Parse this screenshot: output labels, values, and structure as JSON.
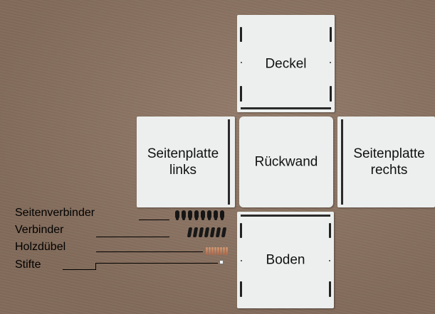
{
  "panels": {
    "deckel": "Deckel",
    "seitenplatte_links": "Seitenplatte\nlinks",
    "rueckwand": "Rückwand",
    "seitenplatte_rechts": "Seitenplatte\nrechts",
    "boden": "Boden"
  },
  "parts": {
    "seitenverbinder": "Seitenverbinder",
    "verbinder": "Verbinder",
    "holzduebel": "Holzdübel",
    "stifte": "Stifte"
  },
  "colors": {
    "background": "#8d7462",
    "panel": "#ecefee",
    "text": "#000000"
  }
}
